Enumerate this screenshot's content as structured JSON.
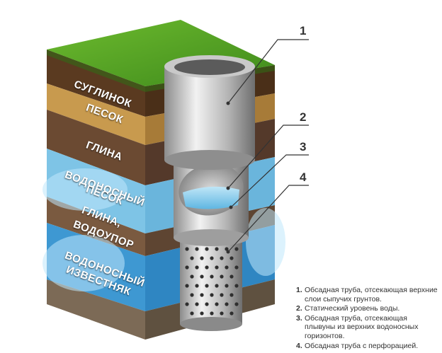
{
  "layers": [
    {
      "id": "loam",
      "label": "СУГЛИНОК"
    },
    {
      "id": "sand",
      "label": "ПЕСОК"
    },
    {
      "id": "clay",
      "label": "ГЛИНА"
    },
    {
      "id": "aquifer_sand",
      "label_line1": "ВОДОНОСНЫЙ",
      "label_line2": "ПЕСОК"
    },
    {
      "id": "aquitard",
      "label_line1": "ГЛИНА,",
      "label_line2": "ВОДОУПОР"
    },
    {
      "id": "aquifer_limestone",
      "label_line1": "ВОДОНОСНЫЙ",
      "label_line2": "ИЗВЕСТНЯК"
    }
  ],
  "callouts": [
    "1",
    "2",
    "3",
    "4"
  ],
  "legend": [
    {
      "num": "1.",
      "text": "Обсадная труба, отсекающая верхние слои сыпучих грунтов."
    },
    {
      "num": "2.",
      "text": "Статический уровень воды."
    },
    {
      "num": "3.",
      "text": "Обсадная труба, отсекающая плывуны из верхних водоносных горизонтов."
    },
    {
      "num": "4.",
      "text": "Обсадная труба с перфорацией."
    }
  ]
}
